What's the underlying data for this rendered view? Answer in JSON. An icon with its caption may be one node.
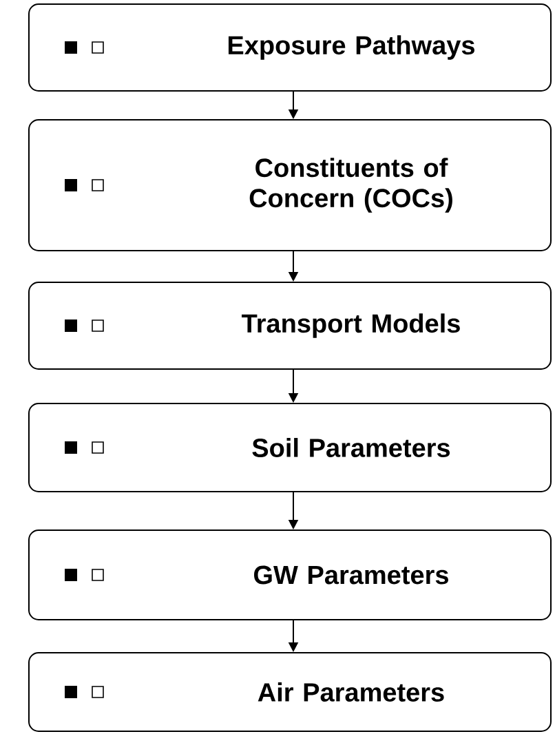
{
  "diagram": {
    "nodes": [
      {
        "text": [
          "Exposure Pathways"
        ]
      },
      {
        "text": [
          "Constituents of Concern (COCs)"
        ]
      },
      {
        "text": [
          "Transport Models"
        ]
      },
      {
        "text": [
          "Soil Parameters"
        ]
      },
      {
        "text": [
          "GW Parameters"
        ]
      },
      {
        "text": [
          "Air Parameters"
        ]
      }
    ],
    "edges": [
      {
        "from": 0,
        "to": 1,
        "arrow": "to"
      },
      {
        "from": 1,
        "to": 2,
        "arrow": "to"
      },
      {
        "from": 2,
        "to": 3,
        "arrow": "to"
      },
      {
        "from": 3,
        "to": 4,
        "arrow": "to"
      },
      {
        "from": 4,
        "to": 5,
        "arrow": "to"
      }
    ]
  }
}
